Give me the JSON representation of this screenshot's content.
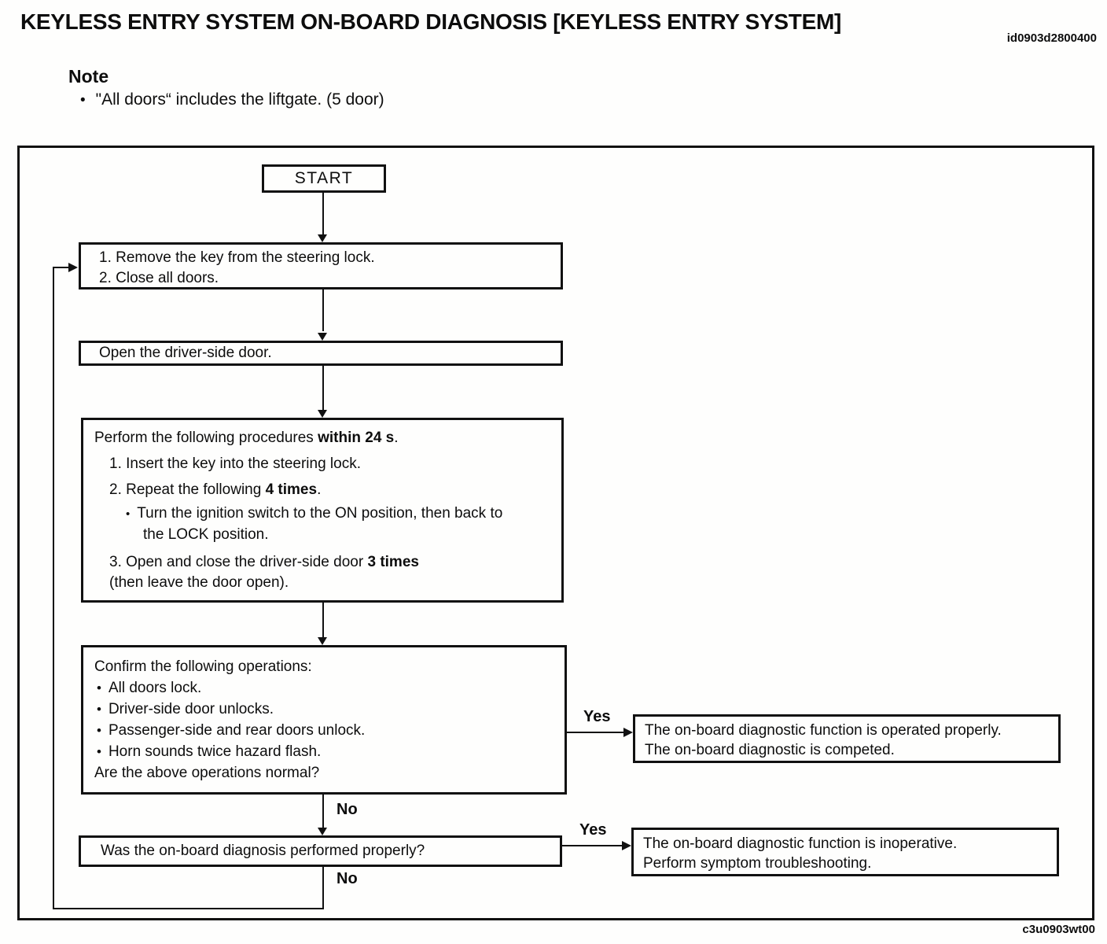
{
  "glyphs": {
    "bullet": "•"
  },
  "header": {
    "title": "KEYLESS ENTRY SYSTEM ON-BOARD DIAGNOSIS [KEYLESS ENTRY SYSTEM]",
    "doc_id": "id0903d2800400"
  },
  "note": {
    "label": "Note",
    "text": "\"All doors“ includes the liftgate. (5 door)"
  },
  "flowchart": {
    "start": "START",
    "yes": "Yes",
    "no": "No",
    "step1": {
      "line1": "1. Remove the key from the steering lock.",
      "line2": "2. Close all doors."
    },
    "step2": "Open the driver-side door.",
    "step3": {
      "intro_pre": "Perform the following procedures ",
      "intro_bold": "within 24 s",
      "intro_post": ".",
      "item1": "1. Insert the key into the steering lock.",
      "item2_pre": "2. Repeat the following ",
      "item2_bold": "4 times",
      "item2_post": ".",
      "sub_line1": "Turn the ignition switch to the ON position, then back to",
      "sub_line2": "the LOCK position.",
      "item3_pre": "3. Open and close the driver-side door ",
      "item3_bold": "3 times",
      "item3_line2": "(then leave the door open)."
    },
    "step4": {
      "intro": "Confirm the following operations:",
      "bullet1": "All doors lock.",
      "bullet2": "Driver-side door unlocks.",
      "bullet3": "Passenger-side and rear doors unlock.",
      "bullet4": "Horn sounds twice hazard flash.",
      "question": "Are the above operations normal?"
    },
    "step5": "Was the on-board diagnosis performed properly?",
    "result_yes": {
      "line1": "The on-board diagnostic function is operated properly.",
      "line2": "The on-board diagnostic is competed."
    },
    "result_no": {
      "line1": "The on-board diagnostic function is inoperative.",
      "line2": "Perform symptom troubleshooting."
    }
  },
  "footer": {
    "figure_id": "c3u0903wt00"
  }
}
